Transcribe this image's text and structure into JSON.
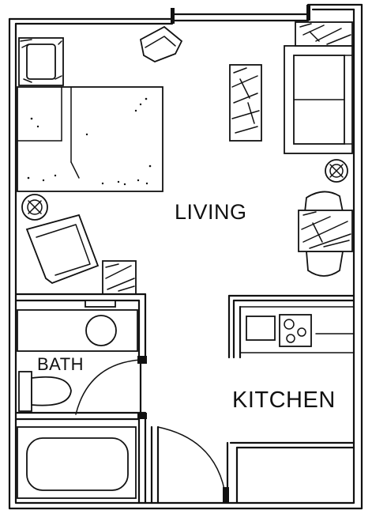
{
  "rooms": {
    "living": "LIVING",
    "bath": "BATH",
    "kitchen": "KITCHEN"
  },
  "colors": {
    "ink": "#111111",
    "paper": "#ffffff"
  }
}
